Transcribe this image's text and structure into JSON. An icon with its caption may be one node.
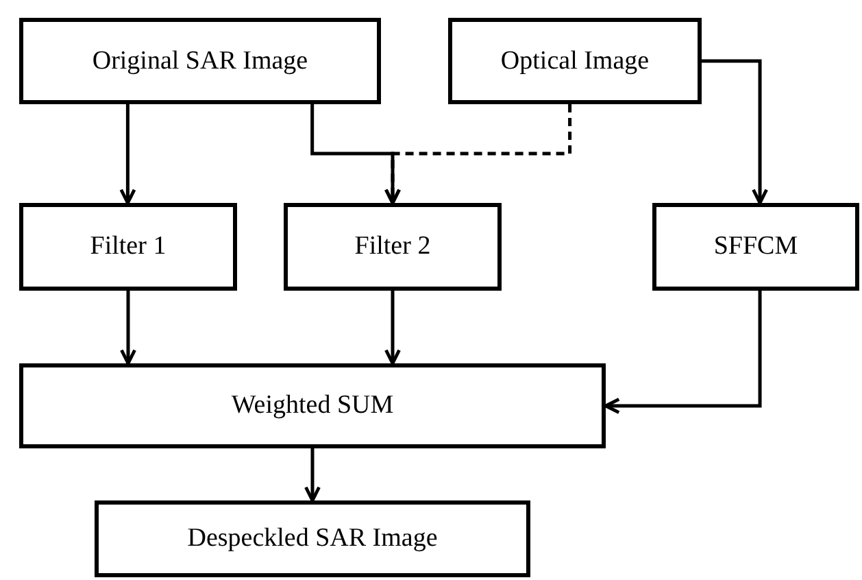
{
  "diagram": {
    "nodes": [
      {
        "text": [
          "Original SAR Image"
        ]
      },
      {
        "text": [
          "Optical Image"
        ]
      },
      {
        "text": [
          "Filter 1"
        ]
      },
      {
        "text": [
          "Filter 2"
        ]
      },
      {
        "text": [
          "SFFCM"
        ]
      },
      {
        "text": [
          "Weighted SUM"
        ]
      },
      {
        "text": [
          "Despeckled SAR Image"
        ]
      }
    ],
    "edges": [
      {
        "from": 0,
        "to": 2,
        "arrow": "to"
      },
      {
        "from": 0,
        "to": 3,
        "arrow": "to"
      },
      {
        "from": 1,
        "to": 3,
        "arrow": "to",
        "style": "dashed"
      },
      {
        "from": 1,
        "to": 4,
        "arrow": "to"
      },
      {
        "from": 2,
        "to": 5,
        "arrow": "to"
      },
      {
        "from": 3,
        "to": 5,
        "arrow": "to"
      },
      {
        "from": 4,
        "to": 5,
        "arrow": "to"
      },
      {
        "from": 5,
        "to": 6,
        "arrow": "to"
      }
    ]
  }
}
